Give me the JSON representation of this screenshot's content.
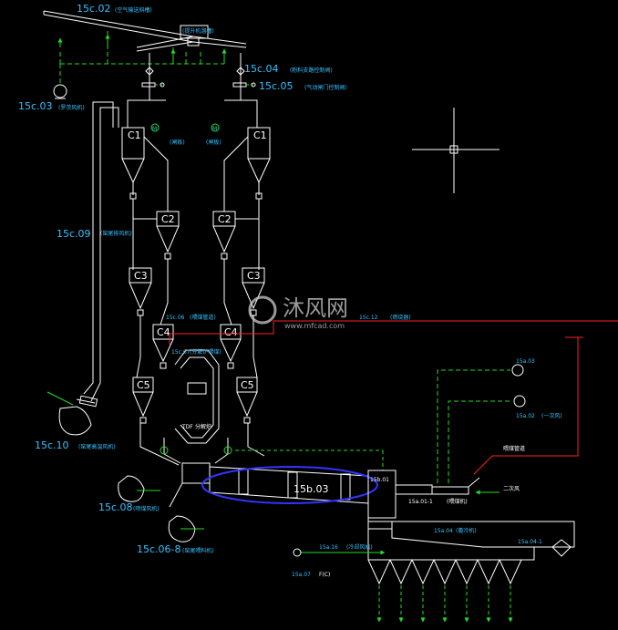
{
  "labels": {
    "c02": "15c.02",
    "c02_note": "(空气输送斜槽)",
    "c02_box": "(提升机溜槽)",
    "c03": "15c.03",
    "c03_note": "(罗茨风机)",
    "c04": "15c.04",
    "c04_note": "(粉料支路控制阀)",
    "c05": "15c.05",
    "c05_note": "(气动闸门控制阀)",
    "c09": "15c.09",
    "c09_note": "(窑尾排风机)",
    "c06": "15c.06",
    "c06_note": "(喂煤管道)",
    "c07": "15c.07",
    "c07_note": "(分解炉喂煤)",
    "c12": "15c.12",
    "c12_note": "(燃烧器)",
    "c10": "15c.10",
    "c10_note": "(窑尾高温风机)",
    "c08": "15c.08",
    "c08_note": "(喷煤风机)",
    "c068": "15c.06-8",
    "c068_note": "(窑尾喂料机)",
    "tdf": "TDF",
    "tdf_note": "分解炉",
    "b01": "15b.01",
    "b03": "15b.03",
    "a03": "15a.03",
    "a02": "15a.02",
    "a02_note": "(一次风)",
    "a01_1": "15a.01-1",
    "a01_note": "(喂煤机)",
    "a04": "15a.04",
    "a04_note": "(篦冷机)",
    "a04_1": "15a.04-1",
    "a16": "15a.16",
    "a16_note": "(冷却风机)",
    "a07": "15a.07",
    "a07_note": "F(C)",
    "note_red1": "喂煤管道",
    "note_red2": "二次风",
    "m": "M",
    "gate_note": "(闸板)",
    "c1": "C1",
    "c2": "C2",
    "c3": "C3",
    "c4": "C4",
    "c5": "C5"
  },
  "watermark": {
    "brand": "沐风网",
    "url": "www.mfcad.com"
  },
  "colors": {
    "line": "#ffffff",
    "label": "#33c3ff",
    "green": "#22dd22",
    "red": "#ff2020",
    "blue": "#3333ff"
  }
}
